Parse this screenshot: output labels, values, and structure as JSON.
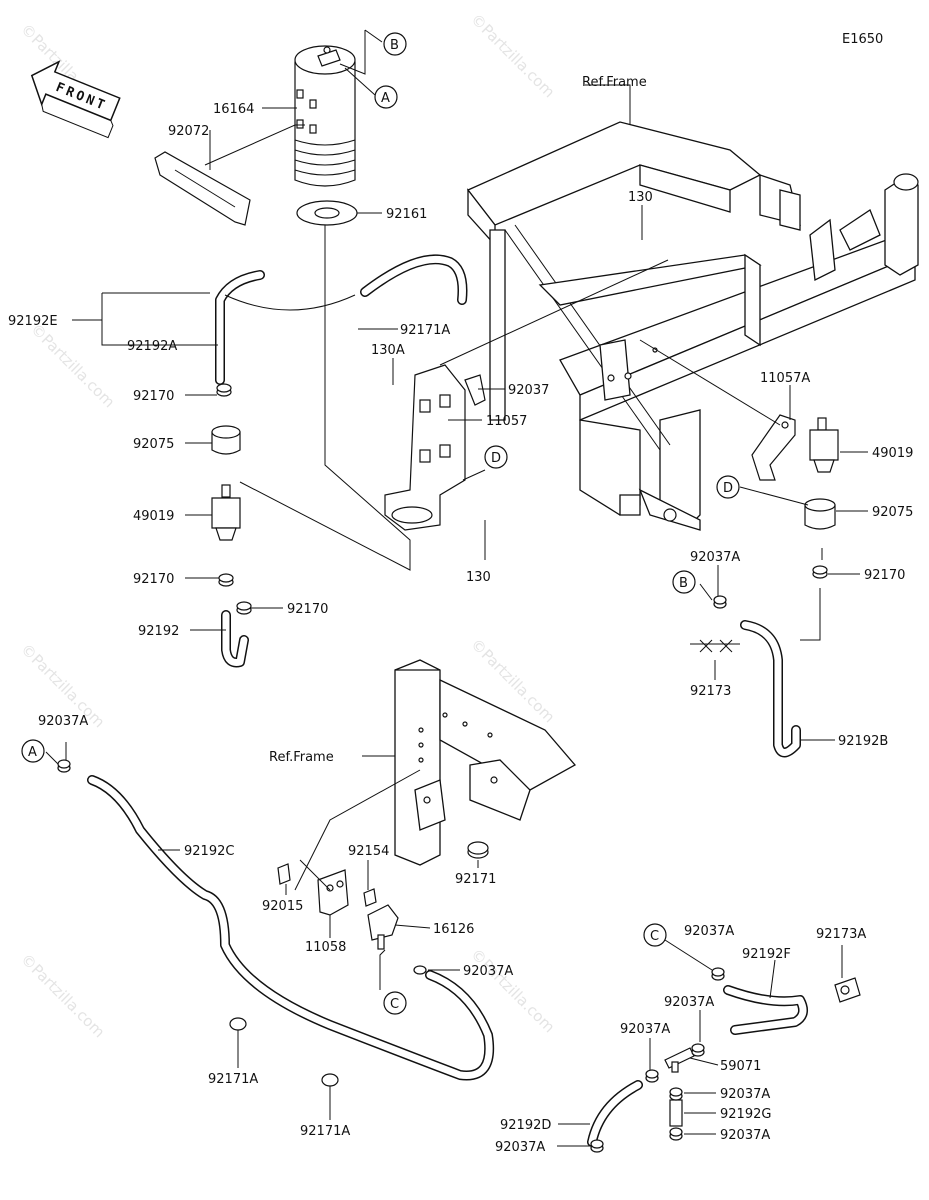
{
  "diagram_code": "E1650",
  "front_label": "FRONT",
  "watermark": "©Partzilla.com",
  "ref_frame": "Ref.Frame",
  "callouts": [
    {
      "id": "B",
      "text": "B"
    },
    {
      "id": "A",
      "text": "A"
    },
    {
      "id": "D",
      "text": "D"
    },
    {
      "id": "D2",
      "text": "D"
    },
    {
      "id": "B2",
      "text": "B"
    },
    {
      "id": "A2",
      "text": "A"
    },
    {
      "id": "C",
      "text": "C"
    },
    {
      "id": "C2",
      "text": "C"
    }
  ],
  "labels": [
    "16164",
    "92072",
    "92161",
    "92192E",
    "92192A",
    "92171A",
    "130A",
    "92037",
    "130",
    "11057",
    "92170",
    "92075",
    "49019",
    "92170",
    "92170",
    "92192",
    "130",
    "11057A",
    "49019",
    "92075",
    "92037A",
    "92170",
    "92173",
    "92192B",
    "92037A",
    "92192C",
    "92154",
    "92171",
    "92015",
    "11058",
    "16126",
    "92037A",
    "92037A",
    "92173A",
    "92192F",
    "92037A",
    "59071",
    "92037A",
    "92037A",
    "92192G",
    "92037A",
    "92192D",
    "92037A",
    "92171A",
    "92171A"
  ]
}
